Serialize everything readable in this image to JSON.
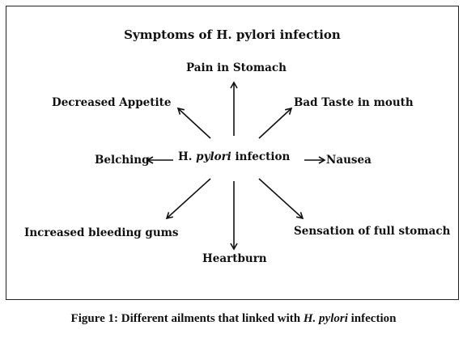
{
  "diagram": {
    "title": "Symptoms of H. pylori infection",
    "center": {
      "prefix": "H. ",
      "italic": "pylori",
      "suffix": " infection"
    },
    "symptoms": [
      {
        "key": "pain",
        "label": "Pain in Stomach"
      },
      {
        "key": "appetite",
        "label": "Decreased Appetite"
      },
      {
        "key": "taste",
        "label": "Bad Taste in mouth"
      },
      {
        "key": "belching",
        "label": "Belching"
      },
      {
        "key": "nausea",
        "label": "Nausea"
      },
      {
        "key": "gums",
        "label": "Increased bleeding gums"
      },
      {
        "key": "full",
        "label": "Sensation of full stomach"
      },
      {
        "key": "heartburn",
        "label": "Heartburn"
      }
    ]
  },
  "caption": {
    "prefix": "Figure 1: Different ailments that linked with ",
    "italic": "H. pylori",
    "suffix": " infection"
  },
  "colors": {
    "ink": "#111111",
    "border": "#222222",
    "background": "#ffffff"
  }
}
